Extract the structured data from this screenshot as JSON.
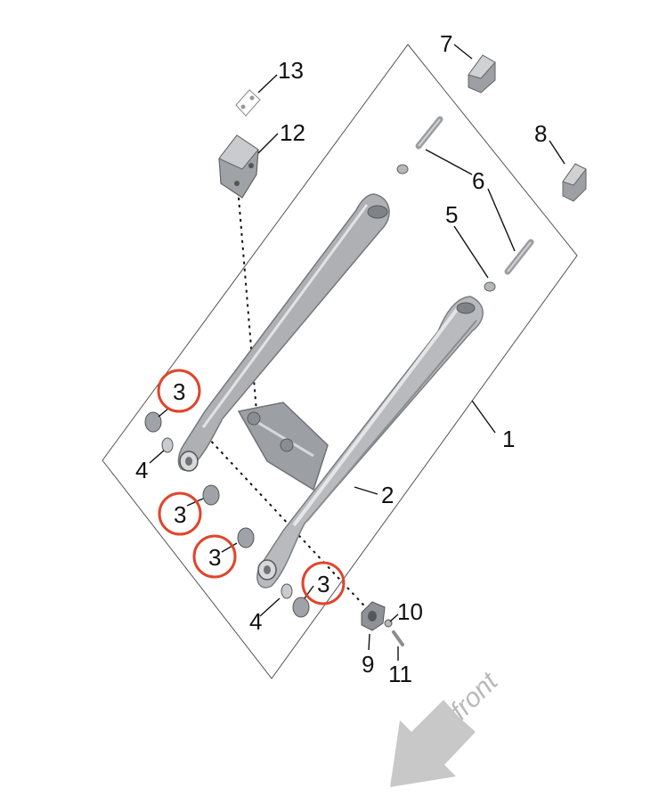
{
  "callouts": {
    "c1": "1",
    "c2": "2",
    "c3a": "3",
    "c3b": "3",
    "c3c": "3",
    "c3d": "3",
    "c4a": "4",
    "c4b": "4",
    "c5": "5",
    "c6": "6",
    "c7": "7",
    "c8": "8",
    "c9": "9",
    "c10": "10",
    "c11": "11",
    "c12": "12",
    "c13": "13"
  },
  "direction_label": "front",
  "colors": {
    "highlight_circle": "#e0452b",
    "part_fill": "#a8aaad",
    "part_dark": "#6f7276",
    "arrow": "#c8c8c8",
    "frame": "#555555"
  }
}
